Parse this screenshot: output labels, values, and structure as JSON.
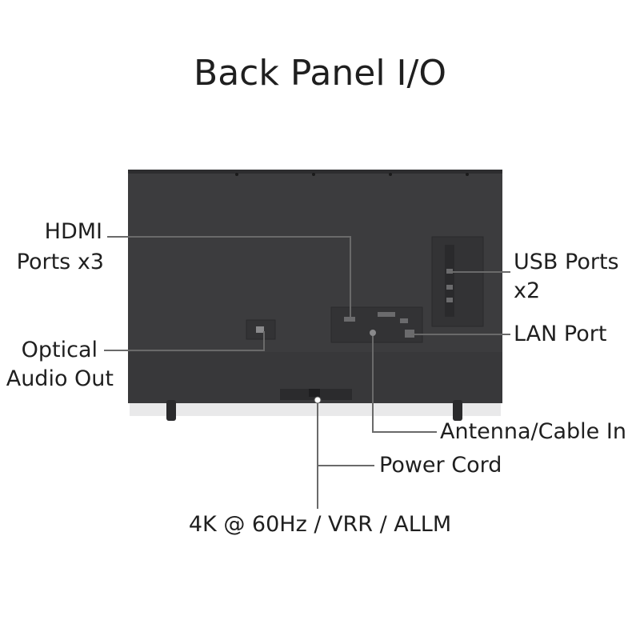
{
  "title": "Back Panel I/O",
  "labels": {
    "hdmi_line1": "HDMI",
    "hdmi_line2": "Ports x3",
    "optical_line1": "Optical",
    "optical_line2": "Audio Out",
    "usb_line1": "USB Ports",
    "usb_line2": "x2",
    "lan": "LAN Port",
    "antenna": "Antenna/Cable In",
    "power": "Power Cord"
  },
  "footer": "4K @ 60Hz / VRR / ALLM",
  "colors": {
    "panel": "#3c3c3e",
    "panel_edge": "#2c2c2e",
    "leader": "#6a6a6a",
    "text": "#1f1f1f"
  }
}
